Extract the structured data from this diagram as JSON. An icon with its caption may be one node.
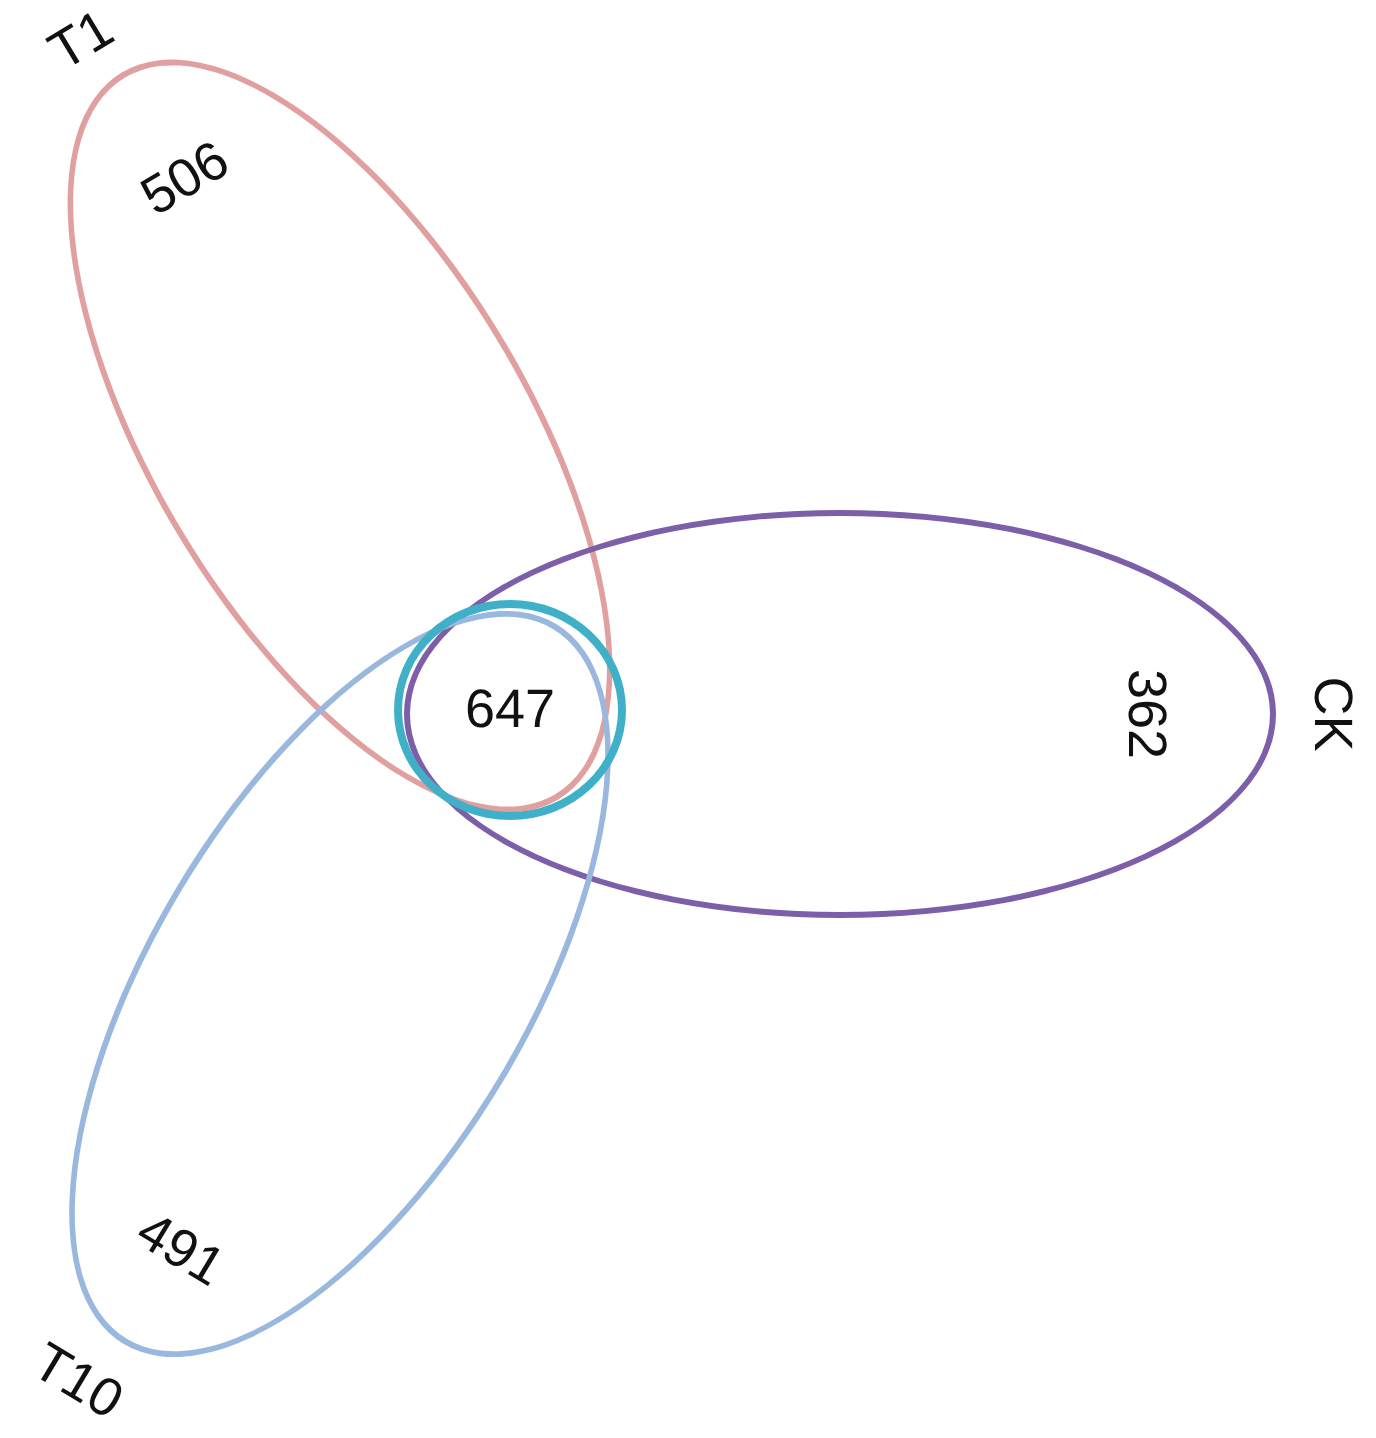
{
  "diagram": {
    "nodes": [
      {
        "text": [
          "T1",
          "506"
        ]
      },
      {
        "text": [
          "CK",
          "362"
        ]
      },
      {
        "text": [
          "T10",
          "491"
        ]
      },
      {
        "text": [
          "647"
        ]
      }
    ]
  }
}
